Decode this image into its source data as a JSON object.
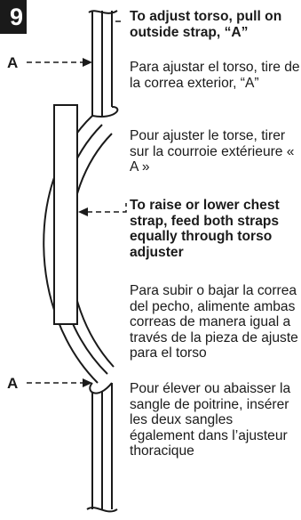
{
  "step_number": "9",
  "callout_letter": "A",
  "torso_instruction": {
    "en": "To adjust torso, pull on outside strap, “A”",
    "es": "Para ajustar el torso, tire de la correa exterior, “A”",
    "fr": "Pour ajuster le torse, tirer sur la courroie extérieure « A »"
  },
  "chest_instruction": {
    "en": "To raise or lower chest strap, feed both straps equally through torso adjuster",
    "es": "Para subir o bajar la correa del pecho, alimente ambas correas de manera igual a través de la pieza de ajuste para el torso",
    "fr": "Pour élever ou abaisser la sangle de poitrine, insérer les deux sangles également dans l’ajusteur thoracique"
  }
}
